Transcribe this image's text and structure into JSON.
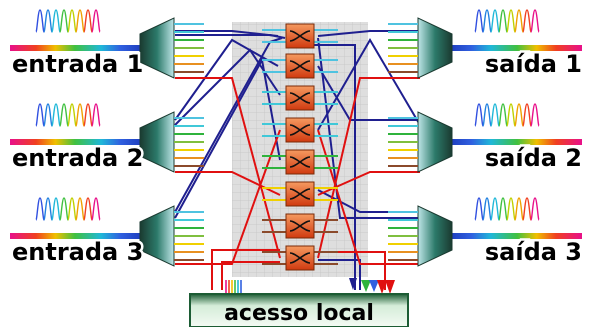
{
  "inputs": [
    {
      "label": "entrada 1"
    },
    {
      "label": "entrada 2"
    },
    {
      "label": "entrada 3"
    }
  ],
  "outputs": [
    {
      "label": "saída 1"
    },
    {
      "label": "saída 2"
    },
    {
      "label": "saída 3"
    }
  ],
  "local_access": {
    "label": "acesso local"
  },
  "colors": {
    "route_blue": "#1f1f8f",
    "route_red": "#e01010",
    "switch_orange": "#e8622a",
    "switch_fill_dark": "#c93d10",
    "grid_gray": "#dcdcdc",
    "box_green": "#1c5c34",
    "wavelength_channels": [
      "#4fc3e0",
      "#40c8d8",
      "#2fb33c",
      "#7fbf3f",
      "#f0d000",
      "#e89020",
      "#8b4a2b"
    ]
  },
  "switch_count": 8,
  "channel_count": 7
}
